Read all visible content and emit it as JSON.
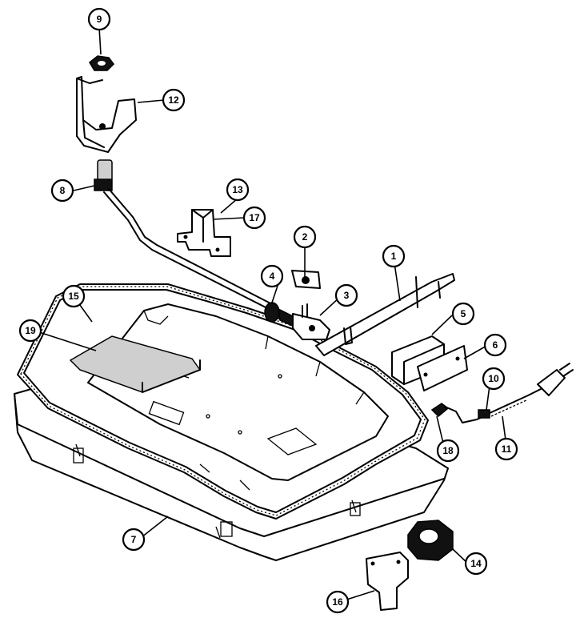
{
  "callouts": [
    {
      "id": "c1",
      "label": "1"
    },
    {
      "id": "c2",
      "label": "2"
    },
    {
      "id": "c3",
      "label": "3"
    },
    {
      "id": "c4",
      "label": "4"
    },
    {
      "id": "c5",
      "label": "5"
    },
    {
      "id": "c6",
      "label": "6"
    },
    {
      "id": "c7",
      "label": "7"
    },
    {
      "id": "c8",
      "label": "8"
    },
    {
      "id": "c9",
      "label": "9"
    },
    {
      "id": "c10",
      "label": "10"
    },
    {
      "id": "c11",
      "label": "11"
    },
    {
      "id": "c12",
      "label": "12"
    },
    {
      "id": "c13",
      "label": "13"
    },
    {
      "id": "c14",
      "label": "14"
    },
    {
      "id": "c15",
      "label": "15"
    },
    {
      "id": "c16",
      "label": "16"
    },
    {
      "id": "c17",
      "label": "17"
    },
    {
      "id": "c18",
      "label": "18"
    },
    {
      "id": "c19",
      "label": "19"
    }
  ]
}
